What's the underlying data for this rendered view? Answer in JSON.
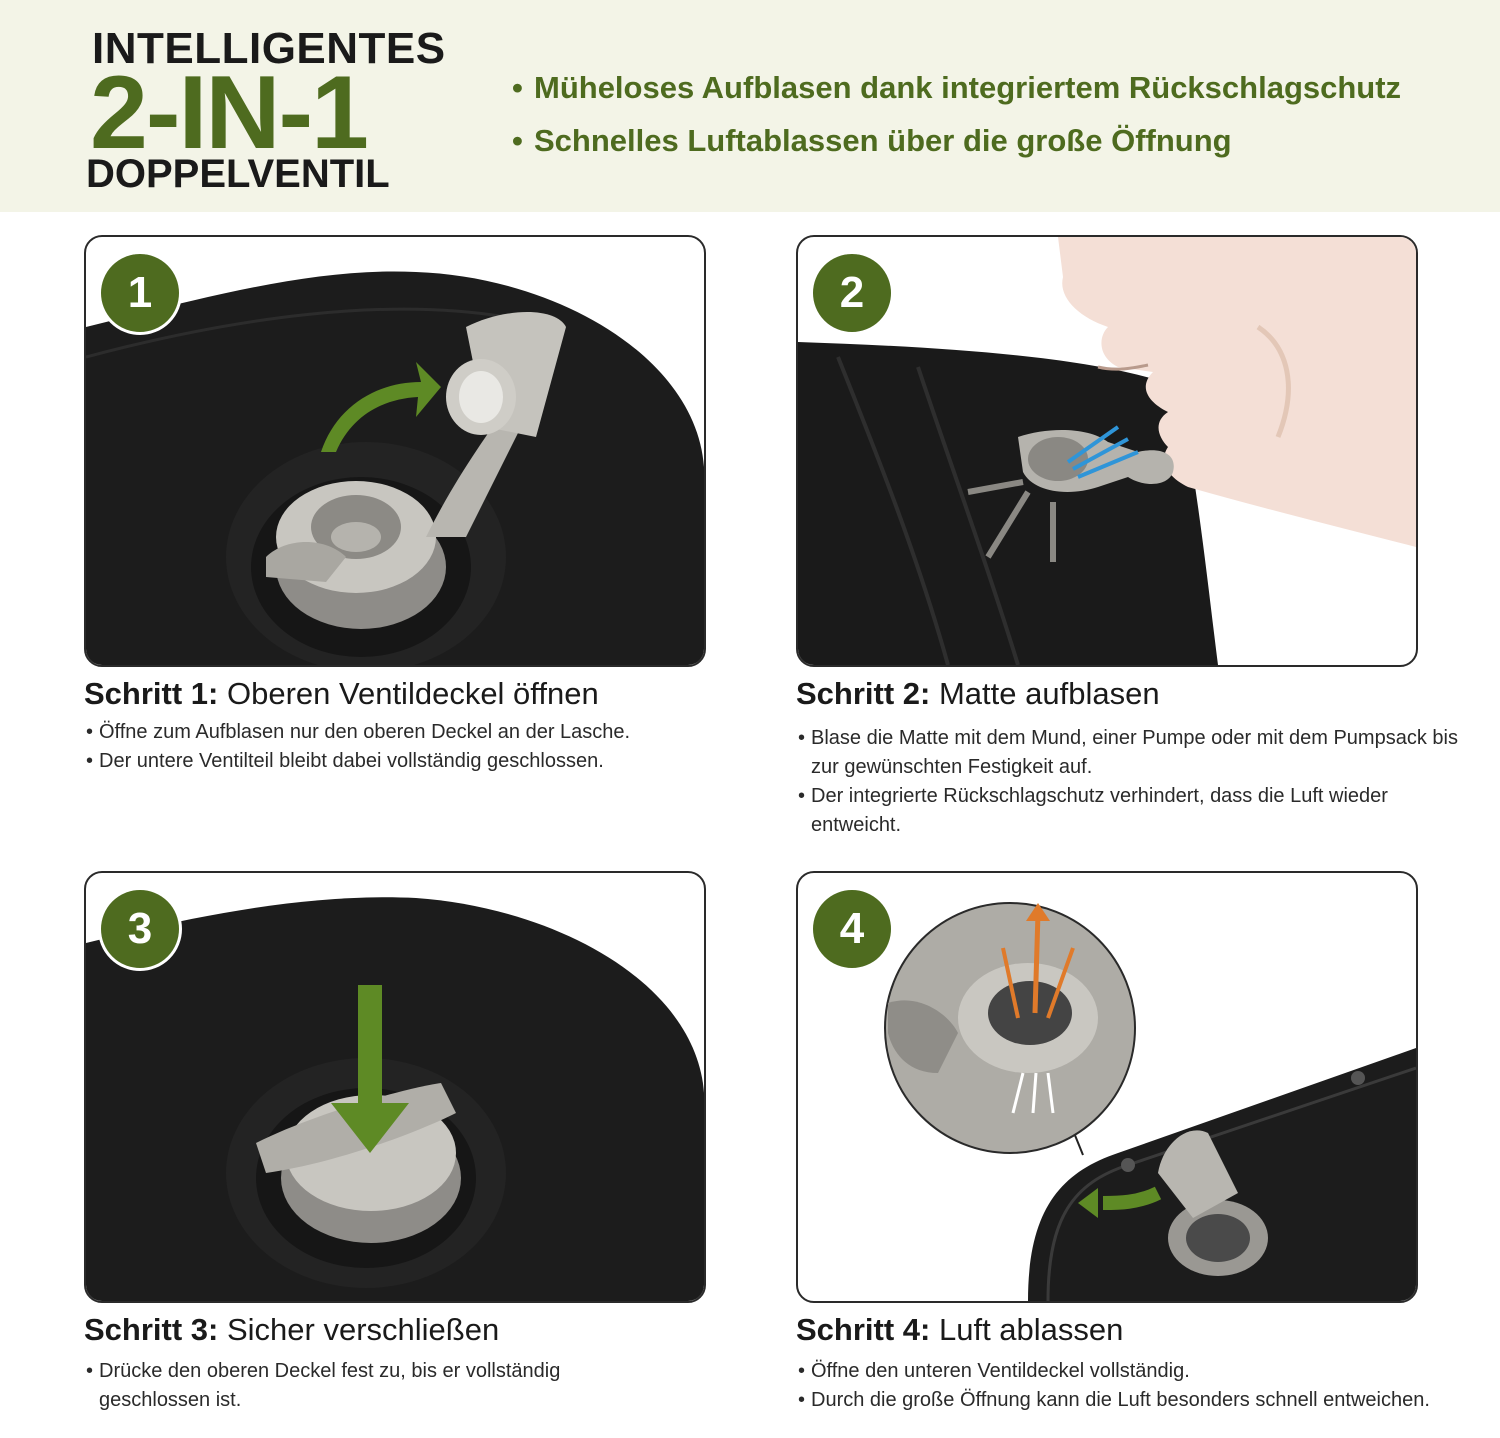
{
  "header": {
    "title_line1": "INTELLIGENTES",
    "title_line2": "2-IN-1",
    "title_line3": "DOPPELVENTIL",
    "features": [
      "Müheloses Aufblasen dank integriertem Rückschlagschutz",
      "Schnelles Luftablassen über die große Öffnung"
    ],
    "accent_color": "#4e6b1f"
  },
  "steps": [
    {
      "number": "1",
      "label": "Schritt 1:",
      "title": "Oberen Ventildeckel öffnen",
      "bullets": [
        "Öffne zum Aufblasen nur den oberen Deckel an der Lasche.",
        "Der untere Ventilteil bleibt dabei vollständig geschlossen."
      ]
    },
    {
      "number": "2",
      "label": "Schritt 2:",
      "title": "Matte aufblasen",
      "bullets": [
        "Blase die Matte mit dem Mund, einer Pumpe oder mit dem Pumpsack bis zur gewünschten Festigkeit auf.",
        "Der integrierte Rückschlagschutz verhindert, dass die Luft wieder entweicht."
      ]
    },
    {
      "number": "3",
      "label": "Schritt 3:",
      "title": "Sicher verschließen",
      "bullets": [
        "Drücke den oberen Deckel fest zu, bis er vollständig geschlossen ist."
      ]
    },
    {
      "number": "4",
      "label": "Schritt 4:",
      "title": "Luft ablassen",
      "bullets": [
        "Öffne den unteren Ventildeckel vollständig.",
        "Durch die große Öffnung kann die Luft besonders schnell entweichen."
      ]
    }
  ]
}
